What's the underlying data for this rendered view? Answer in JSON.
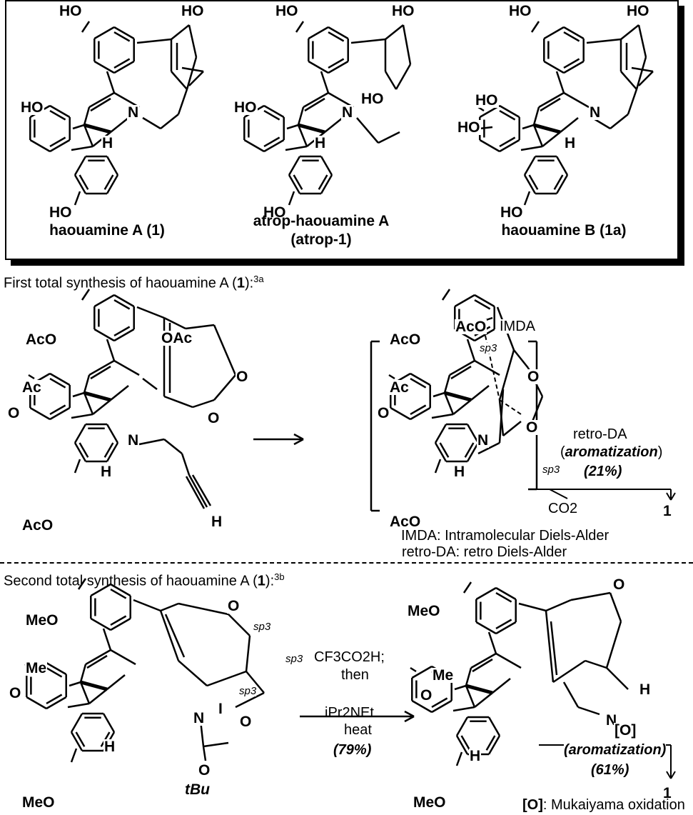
{
  "box": {
    "molecules": [
      {
        "name": "haouamine A (1)",
        "atoms": [
          "HO",
          "HO",
          "HO",
          "N",
          "H",
          "HO"
        ]
      },
      {
        "name": "atrop-haouamine A",
        "name2": "(atrop-1)",
        "atoms": [
          "HO",
          "HO",
          "HO",
          "HO",
          "N",
          "H",
          "HO"
        ]
      },
      {
        "name": "haouamine B (1a)",
        "atoms": [
          "HO",
          "HO",
          "HO",
          "HO",
          "N",
          "H",
          "HO"
        ]
      }
    ]
  },
  "synthesis1": {
    "heading": {
      "prefix": "First total synthesis of haouamine A (",
      "num": "1",
      "suffix": "):",
      "ref": "3a"
    },
    "start": {
      "atoms": [
        "AcO",
        "OAc",
        "O",
        "Ac",
        "O",
        "O",
        "N",
        "H",
        "H",
        "AcO"
      ]
    },
    "intermediate": {
      "atoms": [
        "AcO",
        "AcO",
        "IMDA",
        "O",
        "Ac",
        "O",
        "N",
        "H",
        "O",
        "AcO"
      ],
      "sp3": [
        "sp3",
        "sp3"
      ]
    },
    "conditions": {
      "step": "retro-DA",
      "open": "(",
      "aromatization": "aromatization",
      "close": ")",
      "yield": "(21%)",
      "byproduct": "CO2",
      "product": "1"
    },
    "notes": [
      "IMDA: Intramolecular Diels-Alder",
      "retro-DA: retro Diels-Alder"
    ]
  },
  "synthesis2": {
    "heading": {
      "prefix": "Second total synthesis of haouamine A (",
      "num": "1",
      "suffix": "):",
      "ref": "3b"
    },
    "start": {
      "atoms": [
        "MeO",
        "O",
        "Me",
        "O",
        "N",
        "H",
        "O",
        "O",
        "I",
        "tBu",
        "MeO"
      ],
      "sp3": [
        "sp3",
        "sp3",
        "sp3"
      ]
    },
    "conditions": {
      "line1": "CF3CO2H;",
      "line2": "then",
      "line3": "iPr2NEt",
      "line4": "heat",
      "yield": "(79%)"
    },
    "product": {
      "atoms": [
        "MeO",
        "O",
        "Me",
        "O",
        "N",
        "H",
        "H",
        "MeO"
      ]
    },
    "oxidation": {
      "reagent": "[O]",
      "aromatization": "(aromatization)",
      "yield": "(61%)",
      "product": "1",
      "note_reagent": "[O]",
      "note_text": ": Mukaiyama oxidation"
    }
  }
}
